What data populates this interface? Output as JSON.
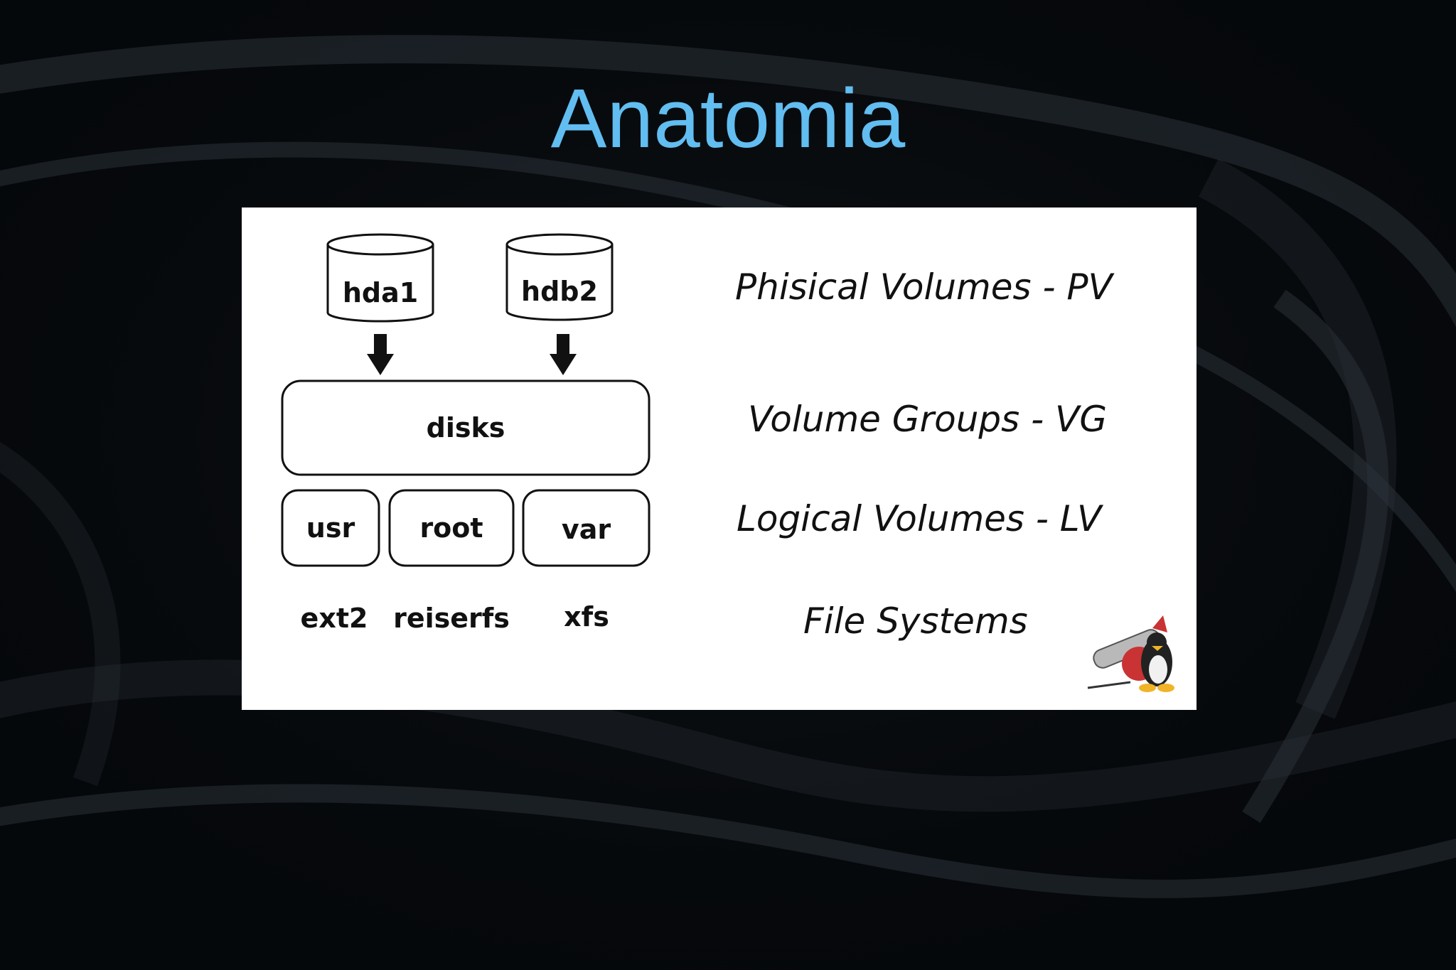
{
  "slide": {
    "title": "Anatomia",
    "accent_color": "#62bdf0",
    "background_color": "#05080b"
  },
  "diagram": {
    "physical_volumes": [
      "hda1",
      "hdb2"
    ],
    "volume_group": "disks",
    "logical_volumes": [
      "usr",
      "root",
      "var"
    ],
    "file_systems": [
      "ext2",
      "reiserfs",
      "xfs"
    ],
    "layers": {
      "pv": "Phisical Volumes - PV",
      "vg": "Volume Groups - VG",
      "lv": "Logical Volumes - LV",
      "fs": "File Systems"
    },
    "mascot_icon": "penguin-with-cannon-icon"
  }
}
